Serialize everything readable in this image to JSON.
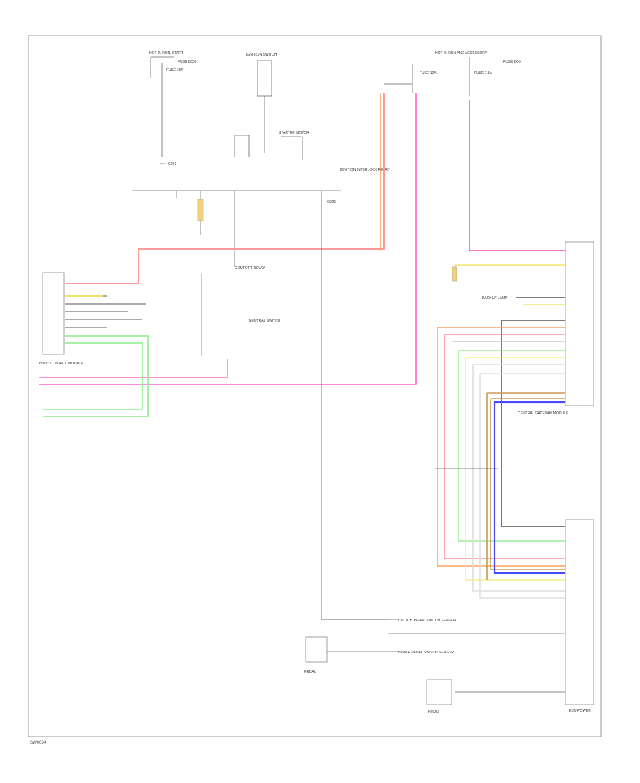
{
  "diagram": {
    "footer_code": "SW0034",
    "colors": {
      "frame": "#999999",
      "wire_black": "#555555",
      "wire_red": "#ff8f8f",
      "wire_pink": "#ff66cc",
      "wire_orange": "#ffa060",
      "wire_green": "#9aef9a",
      "wire_yellow": "#f3e26a",
      "wire_grey": "#c8c8c8",
      "wire_blue": "#4a4aff",
      "wire_brown": "#c89a50"
    },
    "labels": {
      "top_left_fuse": "HOT IN RUN, START",
      "top_left_fuse_box": "FUSE BOX",
      "top_mid_switch": "IGNITION SWITCH",
      "top_right_fuse": "HOT IN RUN AND ACCESSORY",
      "top_right_fuse_box": "FUSE BOX",
      "fuse_a": "FUSE 15A",
      "fuse_b": "FUSE 10A",
      "fuse_c": "FUSE 7.5A",
      "ground_g1": "G201",
      "ground_g2": "G301",
      "starter_motor": "STARTER MOTOR",
      "interlock": "IGNITION INTERLOCK RELAY",
      "left_module": "BODY CONTROL MODULE",
      "right_module_top": "CENTRAL GATEWAY MODULE",
      "right_module_bottom": "ECU POWER",
      "comfort_relay": "COMFORT RELAY",
      "sensor_a": "CLUTCH PEDAL SWITCH SENSOR",
      "sensor_b": "BRAKE PEDAL SWITCH SENSOR",
      "pedal": "PEDAL",
      "horn": "HORN",
      "neutral_switch": "NEUTRAL SWITCH",
      "backup_lamp": "BACKUP LAMP"
    }
  }
}
